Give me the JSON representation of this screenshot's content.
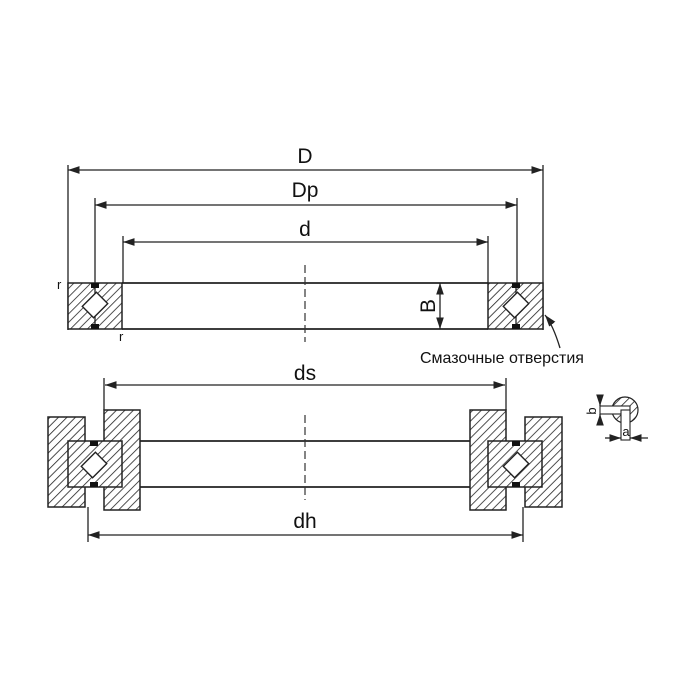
{
  "labels": {
    "D": "D",
    "Dp": "Dp",
    "d": "d",
    "B": "B",
    "r1": "r",
    "r2": "r",
    "ds": "ds",
    "dh": "dh",
    "a": "a",
    "b": "b",
    "lubrication_holes": "Смазочные отверстия"
  }
}
